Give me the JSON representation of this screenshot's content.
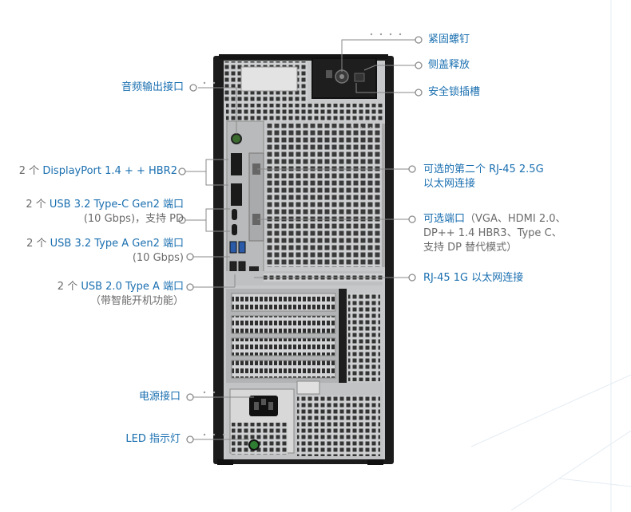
{
  "labels": {
    "screw": "紧固螺钉",
    "side_release": "侧盖释放",
    "lock_slot": "安全锁插槽",
    "audio_out": "音频输出接口",
    "dp_prefix": "2 个 ",
    "dp_main": "DisplayPort 1.4 + + HBR2",
    "usbc_prefix": "2 个 ",
    "usbc_main": "USB 3.2 Type-C Gen2 端口",
    "usbc_sub": "(10 Gbps)，支持 PD",
    "usba32_prefix": "2 个 ",
    "usba32_main": "USB 3.2 Type A Gen2 端口",
    "usba32_sub": "(10 Gbps)",
    "usb20_prefix": "2 个 ",
    "usb20_main": "USB 2.0 Type A 端口",
    "usb20_sub": "（带智能开机功能）",
    "rj45_opt_1": "可选的第二个 RJ-45 2.5G",
    "rj45_opt_2": "以太网连接",
    "opt_port_main": "可选端口",
    "opt_port_1": "（VGA、HDMI 2.0、",
    "opt_port_2": "DP++ 1.4 HBR3、Type C、",
    "opt_port_3": "支持 DP 替代模式）",
    "rj45_1g": "RJ-45 1G 以太网连接",
    "power": "电源接口",
    "led": "LED 指示灯"
  },
  "colors": {
    "label_blue": "#1a6fb0",
    "label_gray": "#6b6b6b",
    "line_gray": "#8a8a8a",
    "chassis_black": "#1c1c1c",
    "panel_gray": "#c9cacb"
  }
}
